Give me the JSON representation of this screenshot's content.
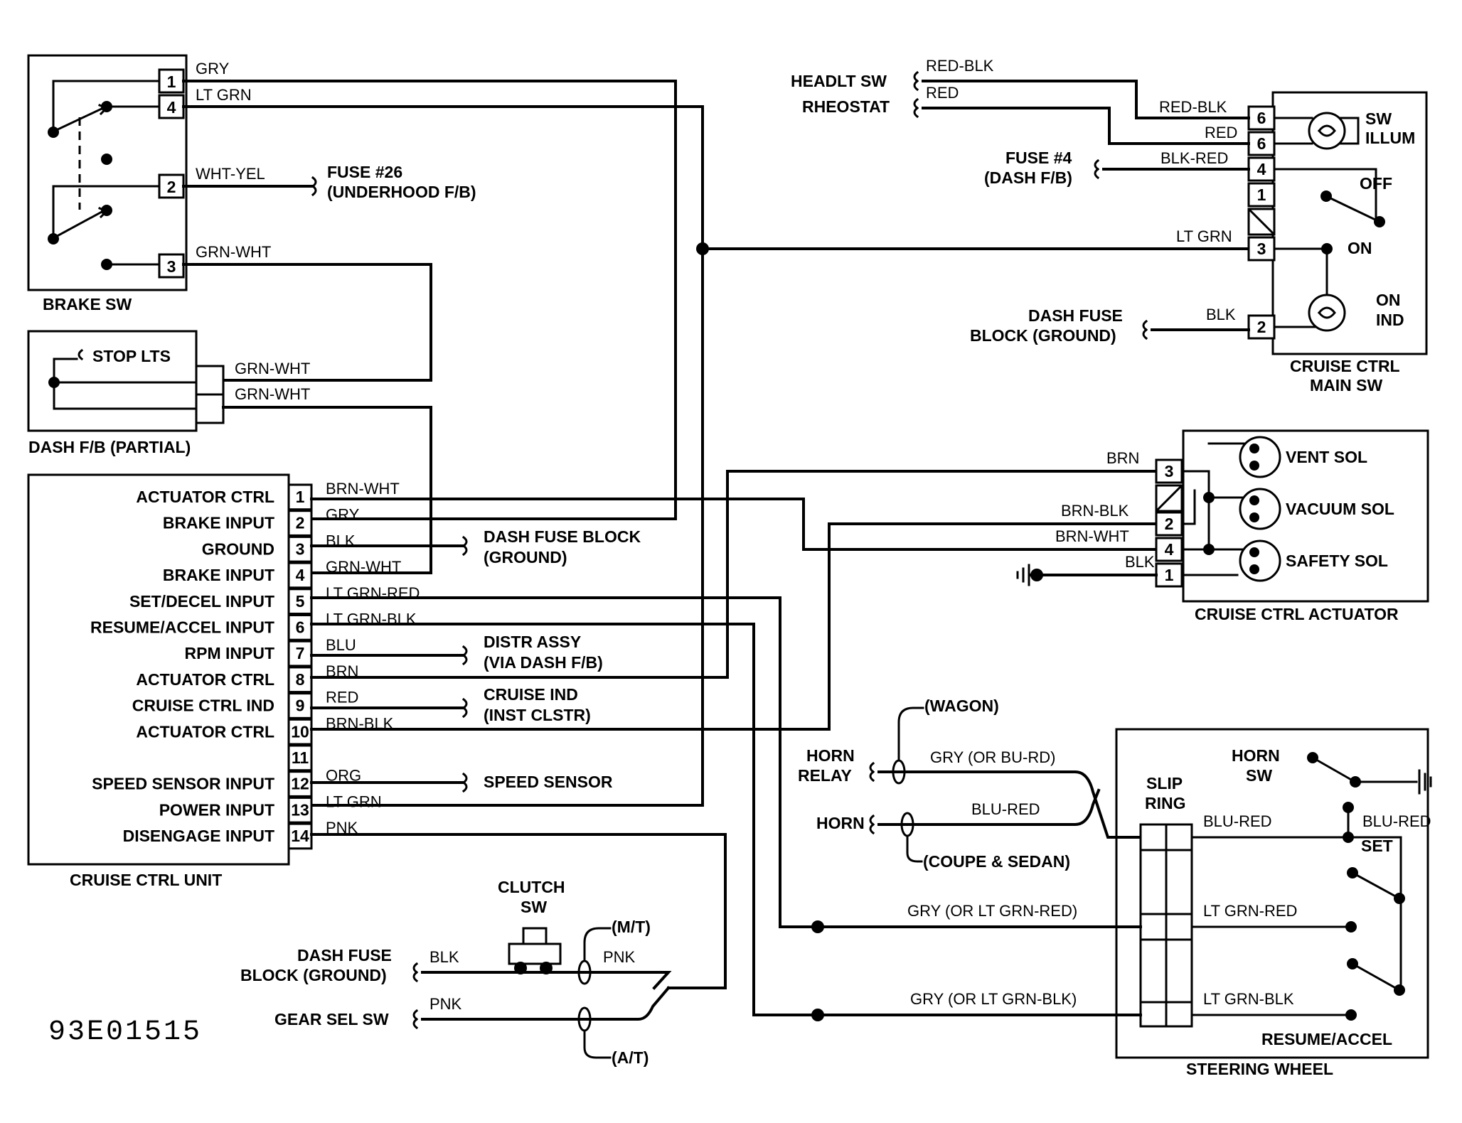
{
  "diagram_code": "93E01515",
  "brake_sw": {
    "title": "BRAKE SW",
    "pins": [
      "1",
      "4",
      "2",
      "3"
    ],
    "wires": {
      "p1": "GRY",
      "p4": "LT GRN",
      "p2": "WHT-YEL",
      "p3": "GRN-WHT"
    },
    "fuse_26": [
      "FUSE #26",
      "(UNDERHOOD F/B)"
    ]
  },
  "dash_fb": {
    "title": "DASH F/B (PARTIAL)",
    "stop_lts": "STOP LTS",
    "wire_a": "GRN-WHT",
    "wire_b": "GRN-WHT"
  },
  "cruise_unit": {
    "title": "CRUISE CTRL UNIT",
    "pins": [
      {
        "num": "1",
        "label": "ACTUATOR CTRL",
        "wire": "BRN-WHT"
      },
      {
        "num": "2",
        "label": "BRAKE INPUT",
        "wire": "GRY"
      },
      {
        "num": "3",
        "label": "GROUND",
        "wire": "BLK"
      },
      {
        "num": "4",
        "label": "BRAKE INPUT",
        "wire": "GRN-WHT"
      },
      {
        "num": "5",
        "label": "SET/DECEL INPUT",
        "wire": "LT GRN-RED"
      },
      {
        "num": "6",
        "label": "RESUME/ACCEL INPUT",
        "wire": "LT GRN-BLK"
      },
      {
        "num": "7",
        "label": "RPM INPUT",
        "wire": "BLU"
      },
      {
        "num": "8",
        "label": "ACTUATOR CTRL",
        "wire": "BRN"
      },
      {
        "num": "9",
        "label": "CRUISE CTRL IND",
        "wire": "RED"
      },
      {
        "num": "10",
        "label": "ACTUATOR CTRL",
        "wire": "BRN-BLK"
      },
      {
        "num": "11",
        "label": "",
        "wire": ""
      },
      {
        "num": "12",
        "label": "SPEED SENSOR INPUT",
        "wire": "ORG"
      },
      {
        "num": "13",
        "label": "POWER INPUT",
        "wire": "LT GRN"
      },
      {
        "num": "14",
        "label": "DISENGAGE INPUT",
        "wire": "PNK"
      }
    ],
    "dest_dash_fuse": [
      "DASH FUSE BLOCK",
      "(GROUND)"
    ],
    "dest_distr": [
      "DISTR ASSY",
      "(VIA DASH F/B)"
    ],
    "dest_cruise_ind": [
      "CRUISE IND",
      "(INST CLSTR)"
    ],
    "dest_speed": "SPEED SENSOR"
  },
  "main_sw": {
    "title": [
      "CRUISE CTRL",
      "MAIN SW"
    ],
    "headlt_sw": "HEADLT SW",
    "rheostat": "RHEOSTAT",
    "fuse_4": [
      "FUSE #4",
      "(DASH F/B)"
    ],
    "dash_fuse_ground": [
      "DASH FUSE",
      "BLOCK (GROUND)"
    ],
    "w_red_blk_in": "RED-BLK",
    "w_red_in": "RED",
    "w_red_blk": "RED-BLK",
    "w_red": "RED",
    "w_blk_red": "BLK-RED",
    "w_lt_grn": "LT GRN",
    "w_blk": "BLK",
    "pins": [
      "6",
      "6",
      "4",
      "1",
      "3",
      "2"
    ],
    "sw_illum": [
      "SW",
      "ILLUM"
    ],
    "off": "OFF",
    "on": "ON",
    "on_ind": [
      "ON",
      "IND"
    ]
  },
  "actuator": {
    "title": "CRUISE CTRL ACTUATOR",
    "pins": [
      "3",
      "2",
      "4",
      "1"
    ],
    "wires": [
      "BRN",
      "BRN-BLK",
      "BRN-WHT",
      "BLK"
    ],
    "vent_sol": "VENT SOL",
    "vacuum_sol": "VACUUM SOL",
    "safety_sol": "SAFETY SOL"
  },
  "horn": {
    "wagon": "(WAGON)",
    "horn_relay": [
      "HORN",
      "RELAY"
    ],
    "gry_bu_rd": "GRY (OR BU-RD)",
    "horn": "HORN",
    "blu_red": "BLU-RED",
    "coupe_sedan": "(COUPE & SEDAN)"
  },
  "steering_wheel": {
    "title": "STEERING WHEEL",
    "slip_ring": [
      "SLIP",
      "RING"
    ],
    "horn_sw": [
      "HORN",
      "SW"
    ],
    "blu_red_a": "BLU-RED",
    "blu_red_b": "BLU-RED",
    "set": "SET",
    "lt_grn_red": "LT GRN-RED",
    "lt_grn_blk": "LT GRN-BLK",
    "resume_accel": "RESUME/ACCEL",
    "gry_lt_grn_red": "GRY (OR LT GRN-RED)",
    "gry_lt_grn_blk": "GRY (OR LT GRN-BLK)"
  },
  "clutch": {
    "clutch_sw": [
      "CLUTCH",
      "SW"
    ],
    "dash_fuse_ground": [
      "DASH FUSE",
      "BLOCK (GROUND)"
    ],
    "blk": "BLK",
    "pnk_mt": "PNK",
    "mt": "(M/T)",
    "gear_sel_sw": "GEAR SEL SW",
    "pnk_at": "PNK",
    "at": "(A/T)"
  }
}
